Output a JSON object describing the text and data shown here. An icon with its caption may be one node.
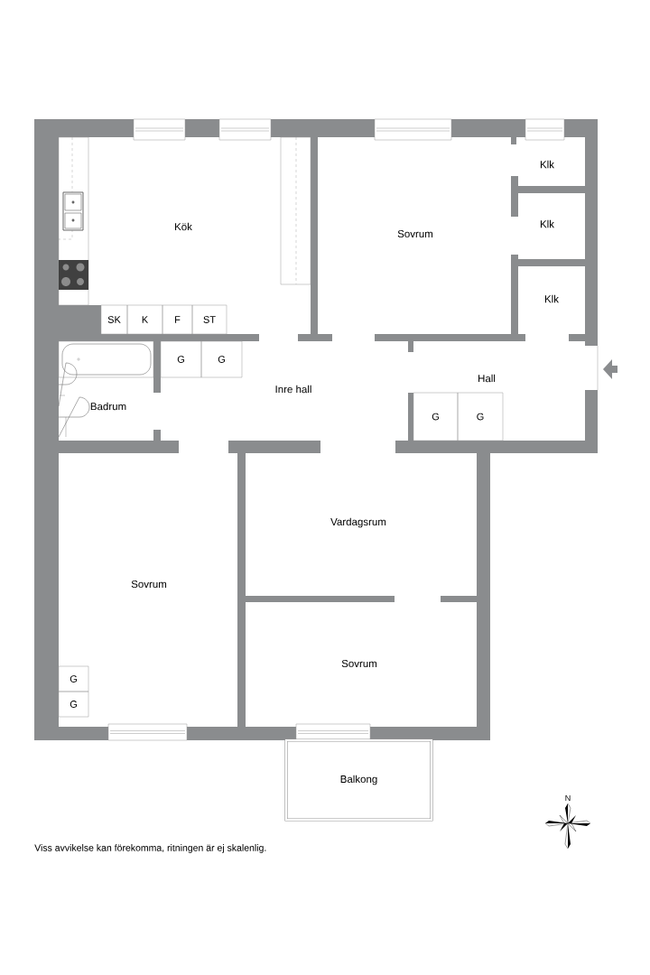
{
  "diagram": {
    "caption": "Viss avvikelse kan förekomma, ritningen är ej skalenlig.",
    "nodes": [
      {
        "text": [
          "SK"
        ]
      },
      {
        "text": [
          "K"
        ]
      },
      {
        "text": [
          "F"
        ]
      },
      {
        "text": [
          "ST"
        ]
      },
      {
        "text": [
          "G"
        ]
      },
      {
        "text": [
          "G"
        ]
      },
      {
        "text": [
          "G"
        ]
      },
      {
        "text": [
          "G"
        ]
      },
      {
        "text": [
          "G"
        ]
      },
      {
        "text": [
          "G"
        ]
      },
      {
        "text": [
          "Balkong"
        ]
      }
    ],
    "labels": [
      "Kök",
      "Sovrum",
      "Klk",
      "Klk",
      "Klk",
      "Inre hall",
      "Hall",
      "Badrum",
      "Vardagsrum",
      "Sovrum",
      "Sovrum",
      "N"
    ]
  }
}
